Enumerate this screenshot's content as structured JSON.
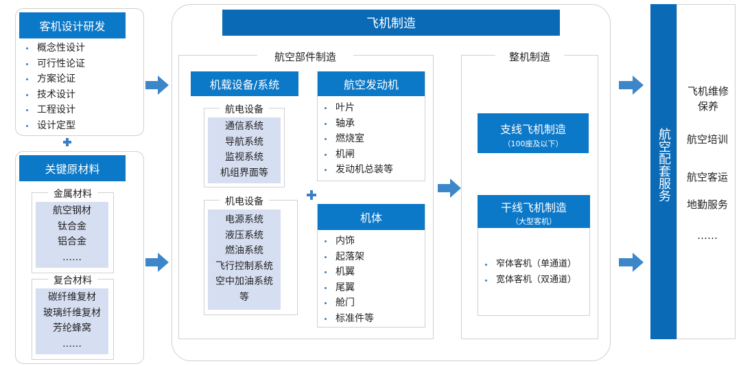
{
  "left": {
    "design_title": "客机设计研发",
    "design_steps": [
      "概念性设计",
      "可行性论证",
      "方案论证",
      "技术设计",
      "工程设计",
      "设计定型"
    ],
    "materials_title": "关键原材料",
    "metal_label": "金属材料",
    "metal_items": [
      "航空钢材",
      "钛合金",
      "铝合金",
      "……"
    ],
    "composite_label": "复合材料",
    "composite_items": [
      "碳纤维复材",
      "玻璃纤维复材",
      "芳纶蜂窝",
      "……"
    ]
  },
  "manufacturing": {
    "title": "飞机制造",
    "parts_title": "航空部件制造",
    "onboard_title": "机载设备/系统",
    "avionics_label": "航电设备",
    "avionics_items": [
      "通信系统",
      "导航系统",
      "监视系统",
      "机组界面等"
    ],
    "electromech_label": "机电设备",
    "electromech_items": [
      "电源系统",
      "液压系统",
      "燃油系统",
      "飞行控制系统",
      "空中加油系统",
      "等"
    ],
    "engine_title": "航空发动机",
    "engine_items": [
      "叶片",
      "轴承",
      "燃烧室",
      "机闸",
      "发动机总装等"
    ],
    "airframe_title": "机体",
    "airframe_items": [
      "内饰",
      "起落架",
      "机翼",
      "尾翼",
      "舱门",
      "标准件等"
    ],
    "whole_title": "整机制造",
    "regional_title": "支线飞机制造",
    "regional_sub": "（100座及以下）",
    "trunk_title": "干线飞机制造",
    "trunk_sub": "（大型客机）",
    "trunk_items": [
      "窄体客机（单通道）",
      "宽体客机（双通道）"
    ]
  },
  "services": {
    "title": "航空配套服务",
    "items": [
      "飞机维修保养",
      "航空培训",
      "航空客运",
      "地勤服务",
      "……"
    ]
  },
  "colors": {
    "header_blue": "#0b78c8",
    "title_blue": "#0a6ab6",
    "lavender": "#d6def1",
    "arrow_blue": "#3d87c9"
  }
}
